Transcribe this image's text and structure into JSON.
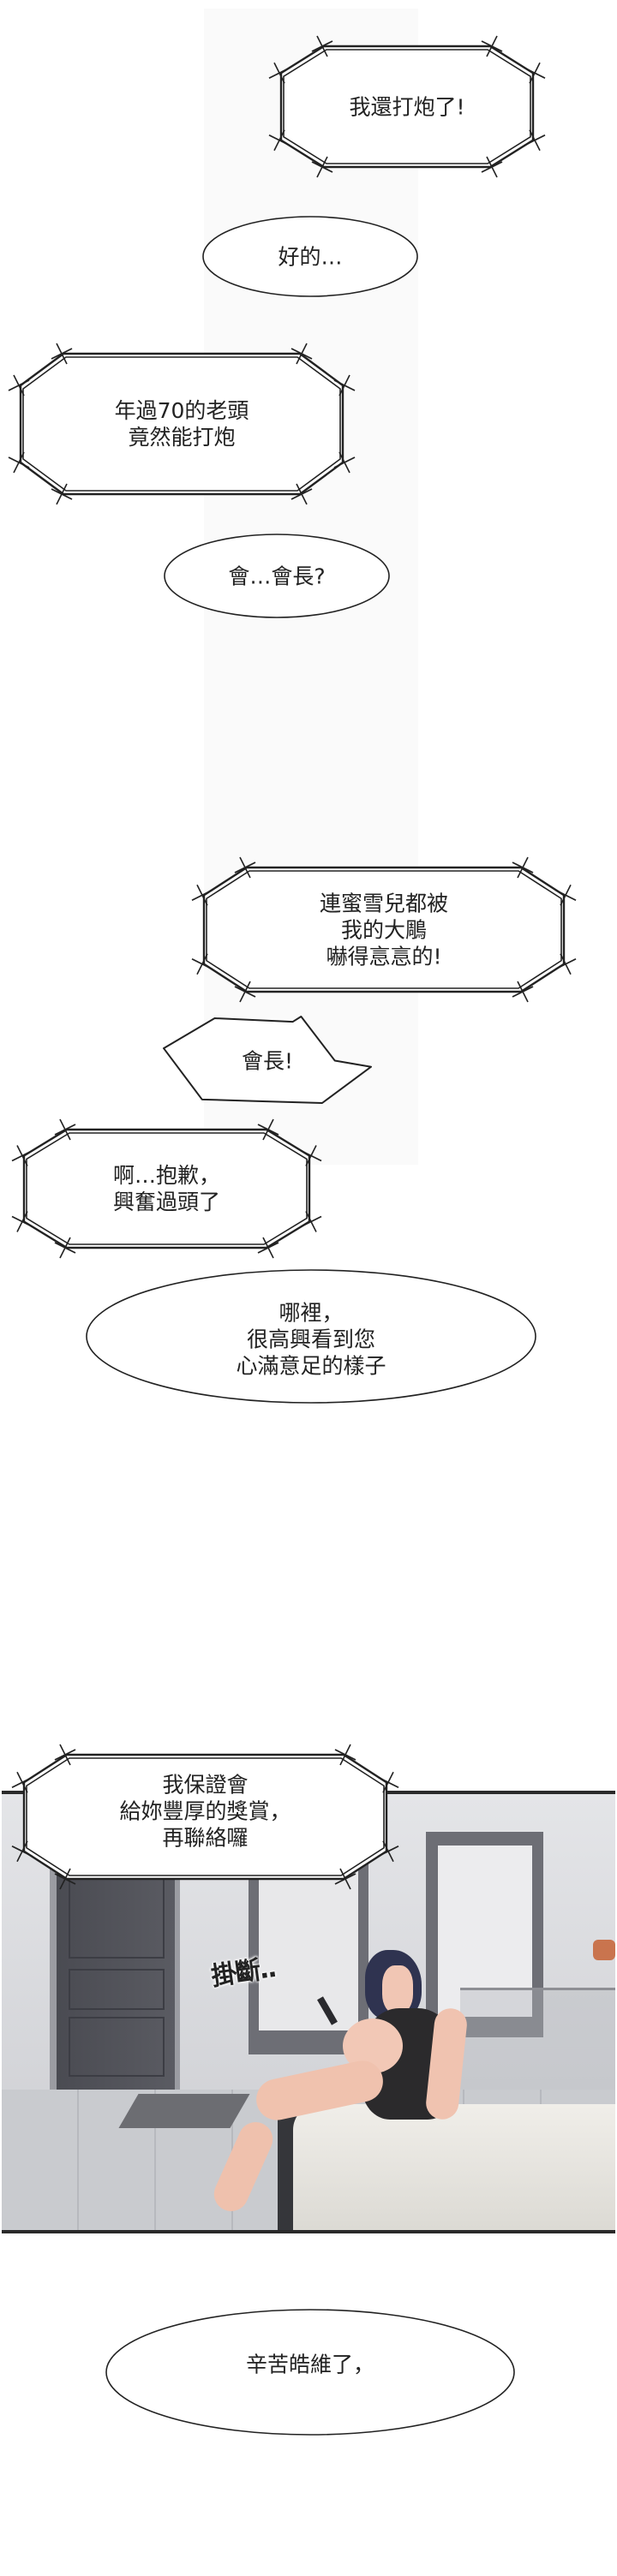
{
  "bubbles": [
    {
      "style": "jagged",
      "lines": [
        "我還打炮了!"
      ]
    },
    {
      "style": "ellipse",
      "lines": [
        "好的…"
      ]
    },
    {
      "style": "jagged",
      "lines": [
        "年過70的老頭",
        "竟然能打炮"
      ]
    },
    {
      "style": "ellipse",
      "lines": [
        "會…會長?"
      ]
    },
    {
      "style": "jagged",
      "lines": [
        "連蜜雪兒都被",
        "我的大鵰",
        "嚇得悥悥的!"
      ]
    },
    {
      "style": "polygon",
      "lines": [
        "會長!"
      ]
    },
    {
      "style": "jagged",
      "lines": [
        "啊…抱歉，",
        "興奮過頭了"
      ]
    },
    {
      "style": "ellipse",
      "lines": [
        "哪裡，",
        "很高興看到您",
        "心滿意足的樣子"
      ]
    },
    {
      "style": "jagged",
      "lines": [
        "我保證會",
        "給妳豐厚的獎賞，",
        "再聯絡囉"
      ]
    },
    {
      "style": "ellipse",
      "lines": [
        "辛苦皓維了，"
      ]
    }
  ],
  "panel": {
    "sfx": "掛斷.."
  }
}
